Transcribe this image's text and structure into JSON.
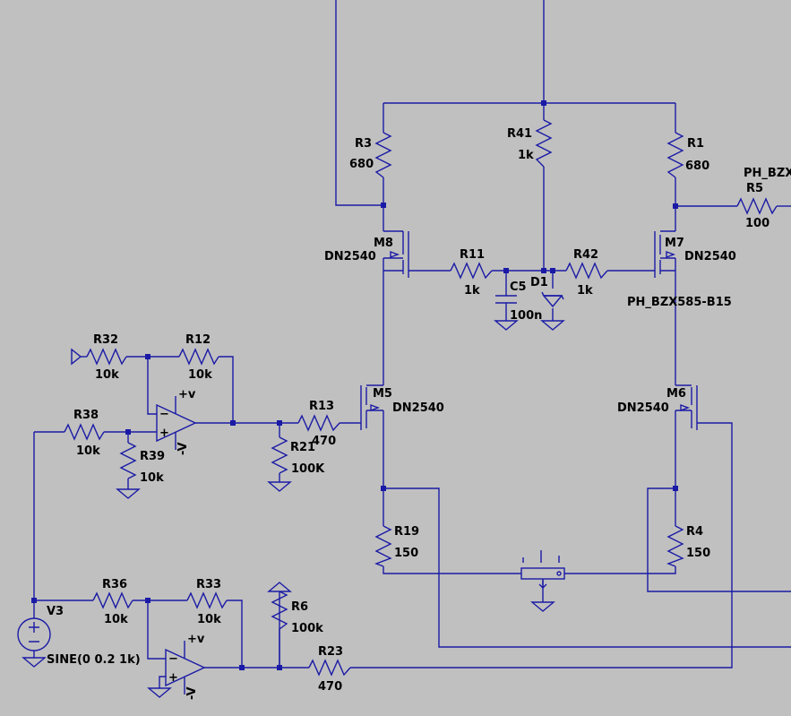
{
  "schematic": {
    "labels": {
      "r3": "R3",
      "r3_val": "680",
      "r41": "R41",
      "r41_val": "1k",
      "r1": "R1",
      "r1_val": "680",
      "r5": "R5",
      "r5_val": "100",
      "ph_right": "PH_BZX",
      "m8": "M8",
      "m8_model": "DN2540",
      "m7": "M7",
      "m7_model": "DN2540",
      "r11": "R11",
      "r11_val": "1k",
      "c5": "C5",
      "c5_val": "100n",
      "d1": "D1",
      "r42": "R42",
      "r42_val": "1k",
      "d1_model": "PH_BZX585-B15",
      "r32": "R32",
      "r32_val": "10k",
      "r12": "R12",
      "r12_val": "10k",
      "r38": "R38",
      "r38_val": "10k",
      "r39": "R39",
      "r39_val": "10k",
      "r13": "R13",
      "r13_val": "470",
      "r21": "R21",
      "r21_val": "100K",
      "m5": "M5",
      "m5_model": "DN2540",
      "m6": "M6",
      "m6_model": "DN2540",
      "r19": "R19",
      "r19_val": "150",
      "r4": "R4",
      "r4_val": "150",
      "r36": "R36",
      "r36_val": "10k",
      "r33": "R33",
      "r33_val": "10k",
      "r6": "R6",
      "r6_val": "100k",
      "r23": "R23",
      "r23_val": "470",
      "v3": "V3",
      "v3_val": "SINE(0 0.2 1k)",
      "opamp_plus": "+v",
      "opamp_minus": "-V",
      "pin_minus": "−",
      "pin_plus": "+"
    }
  }
}
